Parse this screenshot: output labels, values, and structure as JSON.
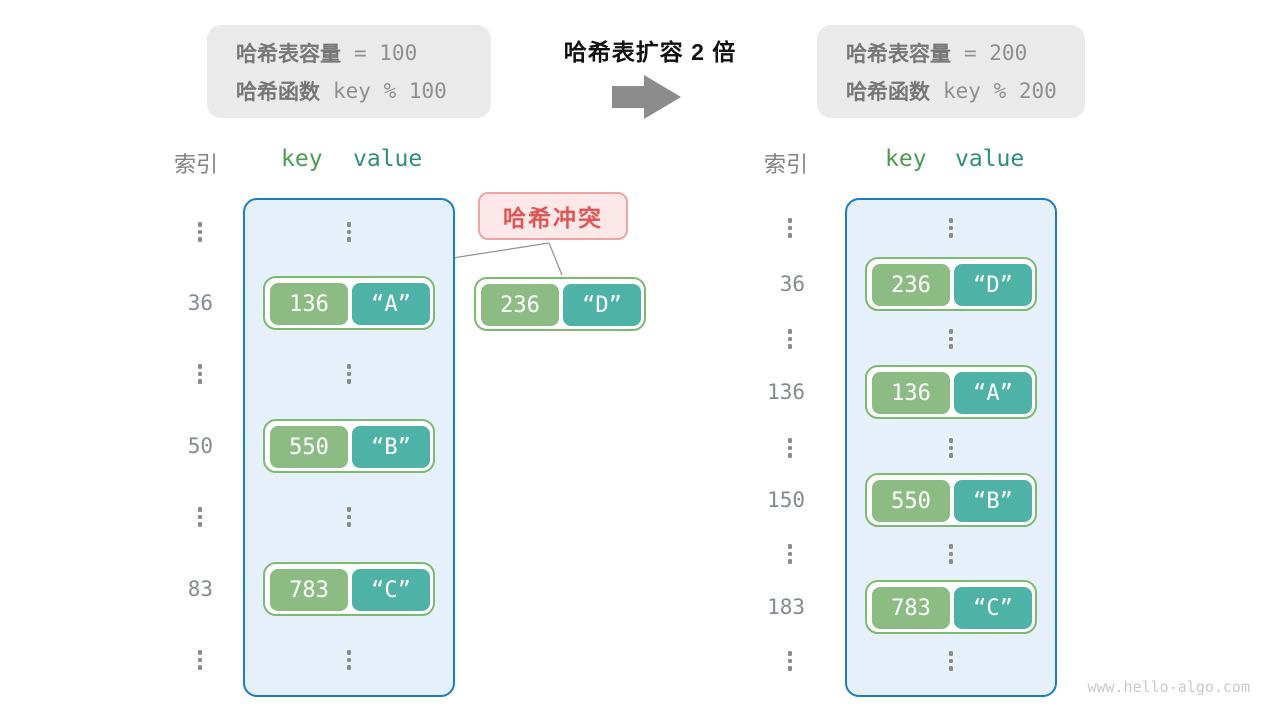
{
  "transform": {
    "title": "哈希表扩容 2 倍",
    "arrow_color": "#8C8C8C"
  },
  "conflict": {
    "label": "哈希冲突",
    "pair": {
      "key": "236",
      "value": "“D”"
    }
  },
  "before": {
    "info": {
      "line1_label": "哈希表容量",
      "line1_value": "= 100",
      "line2_label": "哈希函数",
      "line2_value": "key % 100"
    },
    "headers": {
      "index": "索引",
      "key": "key",
      "value": "value"
    },
    "rows": [
      {
        "type": "dots"
      },
      {
        "type": "entry",
        "index": "36",
        "key": "136",
        "value": "“A”"
      },
      {
        "type": "dots"
      },
      {
        "type": "entry",
        "index": "50",
        "key": "550",
        "value": "“B”"
      },
      {
        "type": "dots"
      },
      {
        "type": "entry",
        "index": "83",
        "key": "783",
        "value": "“C”"
      },
      {
        "type": "dots"
      }
    ]
  },
  "after": {
    "info": {
      "line1_label": "哈希表容量",
      "line1_value": "= 200",
      "line2_label": "哈希函数",
      "line2_value": "key % 200"
    },
    "headers": {
      "index": "索引",
      "key": "key",
      "value": "value"
    },
    "rows": [
      {
        "type": "dots"
      },
      {
        "type": "entry",
        "index": "36",
        "key": "236",
        "value": "“D”"
      },
      {
        "type": "dots"
      },
      {
        "type": "entry",
        "index": "136",
        "key": "136",
        "value": "“A”"
      },
      {
        "type": "dots"
      },
      {
        "type": "entry",
        "index": "150",
        "key": "550",
        "value": "“B”"
      },
      {
        "type": "dots"
      },
      {
        "type": "entry",
        "index": "183",
        "key": "783",
        "value": "“C”"
      },
      {
        "type": "dots"
      }
    ]
  },
  "page": {
    "watermark": "www.hello-algo.com"
  },
  "colors": {
    "bucket_fill": "#E6F0FA",
    "bucket_border": "#1C7CC5",
    "key_box": "#8CBC83",
    "value_box": "#4FB2A6",
    "pair_border": "#7CB971",
    "conflict_text": "#E05656",
    "conflict_fill": "#FCE8E8",
    "info_fill": "#EAEAEA"
  }
}
